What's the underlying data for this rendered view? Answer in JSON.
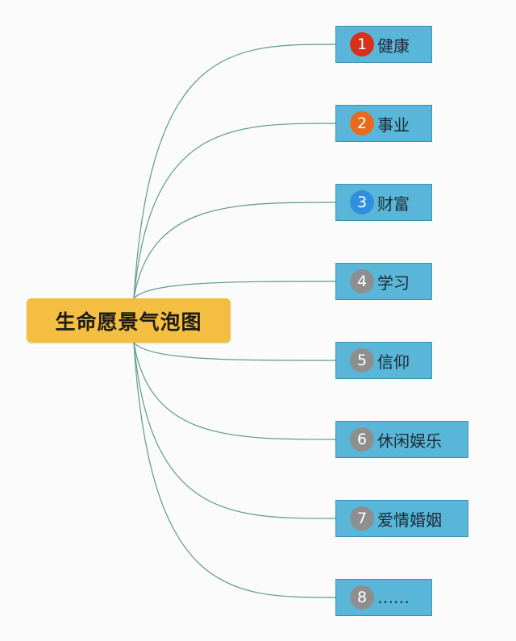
{
  "root": {
    "label": "生命愿景气泡图",
    "color": "#f3be42"
  },
  "branches": [
    {
      "number": "1",
      "label": "健康",
      "badge_color": "#d9301c"
    },
    {
      "number": "2",
      "label": "事业",
      "badge_color": "#e86a1c"
    },
    {
      "number": "3",
      "label": "财富",
      "badge_color": "#2e8fe0"
    },
    {
      "number": "4",
      "label": "学习",
      "badge_color": "#8e8e8e"
    },
    {
      "number": "5",
      "label": "信仰",
      "badge_color": "#8e8e8e"
    },
    {
      "number": "6",
      "label": "休闲娱乐",
      "badge_color": "#8e8e8e"
    },
    {
      "number": "7",
      "label": "爱情婚姻",
      "badge_color": "#8e8e8e"
    },
    {
      "number": "8",
      "label": "……",
      "badge_color": "#8e8e8e"
    }
  ],
  "colors": {
    "node_fill": "#5ab6d9",
    "connector": "#5e9c8a"
  }
}
